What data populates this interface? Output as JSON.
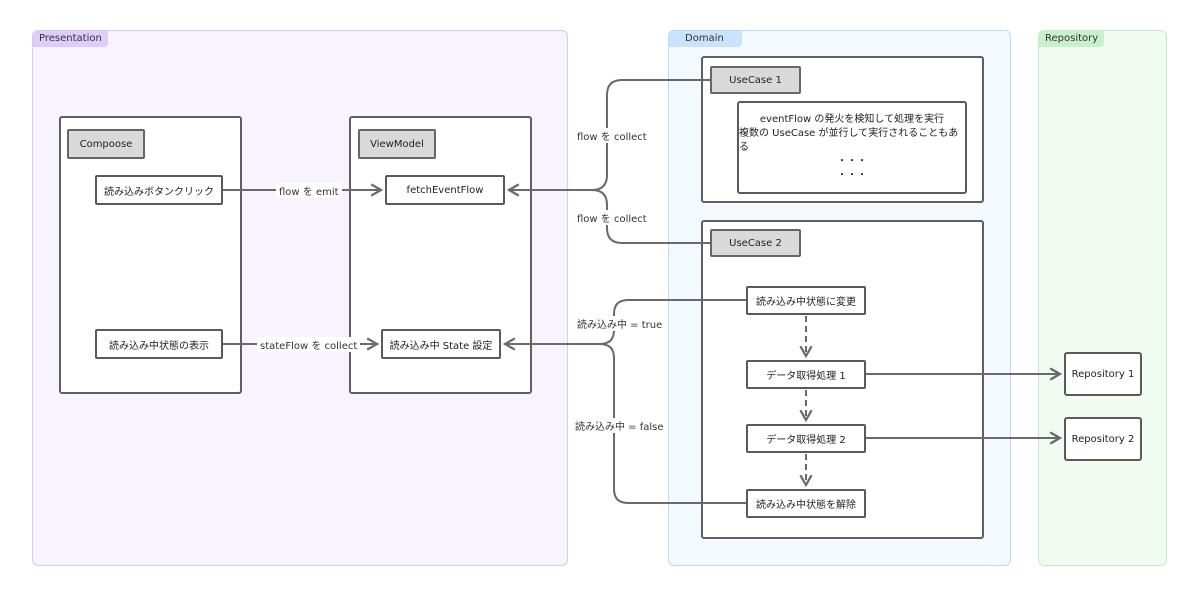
{
  "layers": {
    "presentation": {
      "label": "Presentation"
    },
    "domain": {
      "label": "Domain"
    },
    "repository": {
      "label": "Repository"
    }
  },
  "presentation": {
    "compose": {
      "header": "Compoose",
      "load_click": "読み込みボタンクリック",
      "loading_display": "読み込み中状態の表示"
    },
    "viewmodel": {
      "header": "ViewModel",
      "fetch_event_flow": "fetchEventFlow",
      "loading_state_set": "読み込み中 State 設定"
    }
  },
  "domain": {
    "usecase1": {
      "header": "UseCase 1",
      "note_lines": [
        "eventFlow の発火を検知して処理を実行",
        "複数の UseCase が並行して実行されることもある",
        "・・・",
        "・・・"
      ]
    },
    "usecase2": {
      "header": "UseCase 2",
      "steps": [
        "読み込み中状態に変更",
        "データ取得処理 1",
        "データ取得処理 2",
        "読み込み中状態を解除"
      ]
    }
  },
  "repository": {
    "repo1": "Repository 1",
    "repo2": "Repository 2"
  },
  "edges": {
    "flow_emit": "flow を emit",
    "stateflow_collect": "stateFlow を collect",
    "flow_collect_1": "flow を collect",
    "flow_collect_2": "flow を collect",
    "loading_true": "読み込み中 = true",
    "loading_false": "読み込み中 = false"
  },
  "colors": {
    "presentation_bg": "#f7f3ff",
    "presentation_border": "#d6c9f3",
    "presentation_tag": "#dccdfb",
    "domain_bg": "#f3f9ff",
    "domain_border": "#bcdaf5",
    "domain_tag": "#c8e3fb",
    "repository_bg": "#f1fbf2",
    "repository_border": "#c3ebc8",
    "repository_tag": "#c8f0cd",
    "line": "#6a6a6a"
  }
}
